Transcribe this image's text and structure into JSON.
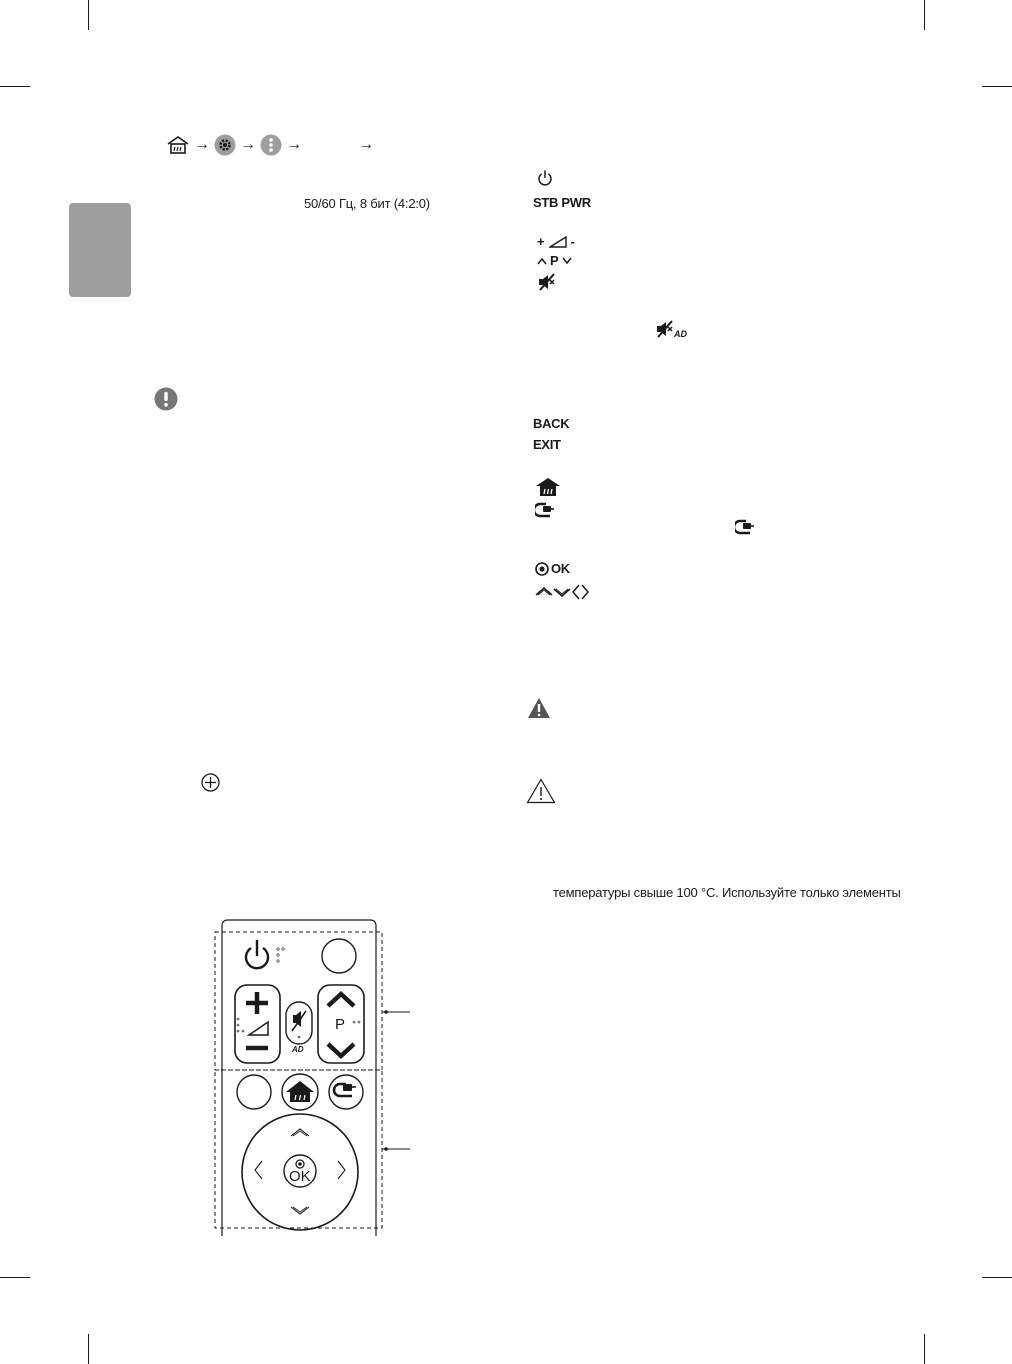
{
  "settings_line": {
    "spec_text": "50/60 Гц, 8 бит (4:2:0)",
    "arrow": "→"
  },
  "remote_keys": {
    "stb_pwr": "STB PWR",
    "back": "BACK",
    "exit": "EXIT",
    "ok": "OK",
    "volume_plus": "+",
    "volume_minus": "-",
    "program": "P",
    "ad": "AD"
  },
  "warning_text": "температуры свыше 100 °C. Используйте только  элементы",
  "remote_labels": {
    "ok": "OK",
    "program": "P",
    "ad": "AD"
  },
  "colors": {
    "accent_gray": "#9e9e9e",
    "ink": "#1a1a1a"
  }
}
